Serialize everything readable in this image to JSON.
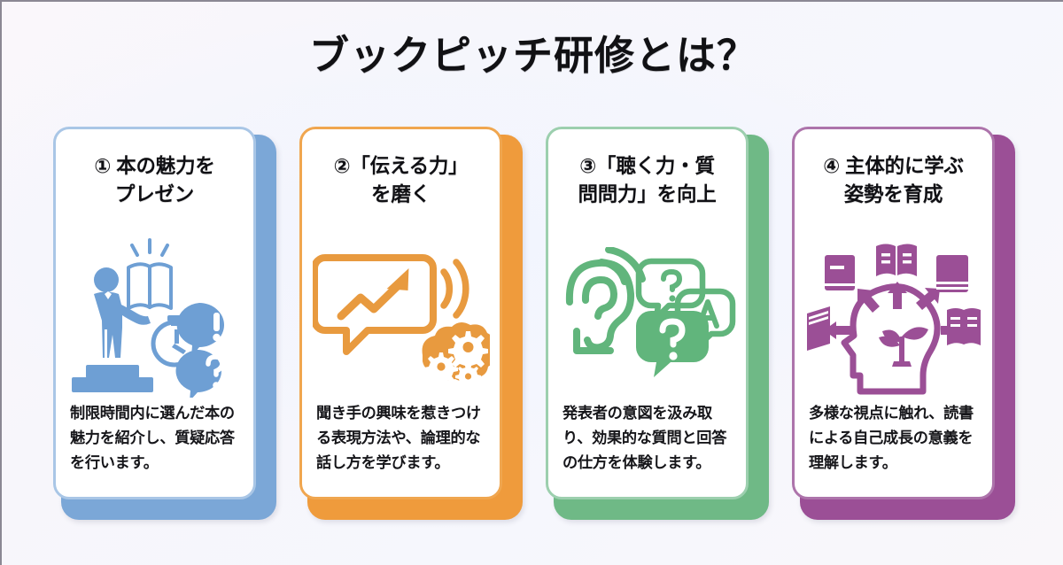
{
  "slide": {
    "title": "ブックピッチ研修とは？",
    "background_color": "#f7f6fb",
    "title_color": "#111114"
  },
  "cards": [
    {
      "number": "①",
      "title": "① 本の魅力を\nプレゼン",
      "title_line1": "① 本の魅力を",
      "title_line2": "プレゼン",
      "body": "制限時間内に選んだ本の魅力を紹介し、質疑応答を行います。",
      "accent_color": "#7ba7d7",
      "border_color": "#a9c6e6",
      "icon_names": [
        "presenter-on-podium-icon",
        "open-book-icon",
        "stopwatch-icon",
        "exclamation-speech-bubble-icon",
        "question-speech-bubble-icon"
      ]
    },
    {
      "number": "②",
      "title": "②「伝える力」\nを磨く",
      "title_line1": "②「伝える力」",
      "title_line2": "を磨く",
      "body": "聞き手の興味を惹きつける表現方法や、論理的な話し方を学びます。",
      "accent_color": "#ef9b3c",
      "border_color": "#f0a64f",
      "icon_names": [
        "speech-bubble-growth-chart-icon",
        "sound-waves-icon",
        "brain-gears-icon"
      ]
    },
    {
      "number": "③",
      "title": "③「聴く力・質\n問問力」を向上",
      "title_line1": "③「聴く力・質",
      "title_line2": "問問力」を向上",
      "body": "発表者の意図を汲み取り、効果的な質問と回答の仕方を体験します。",
      "accent_color": "#6fb986",
      "border_color": "#9ccfae",
      "icon_names": [
        "ear-listening-icon",
        "sound-waves-icon",
        "question-speech-bubble-icon",
        "answer-speech-bubble-icon"
      ]
    },
    {
      "number": "④",
      "title": "④ 主体的に学ぶ\n姿勢を育成",
      "title_line1": "④ 主体的に学ぶ",
      "title_line2": "姿勢を育成",
      "body": "多様な視点に触れ、読書による自己成長の意義を理解します。",
      "accent_color": "#9b4f96",
      "border_color": "#ad74ab",
      "icon_names": [
        "head-profile-plant-growth-icon",
        "book-icon",
        "open-book-icon",
        "arrow-outward-icon"
      ]
    }
  ]
}
